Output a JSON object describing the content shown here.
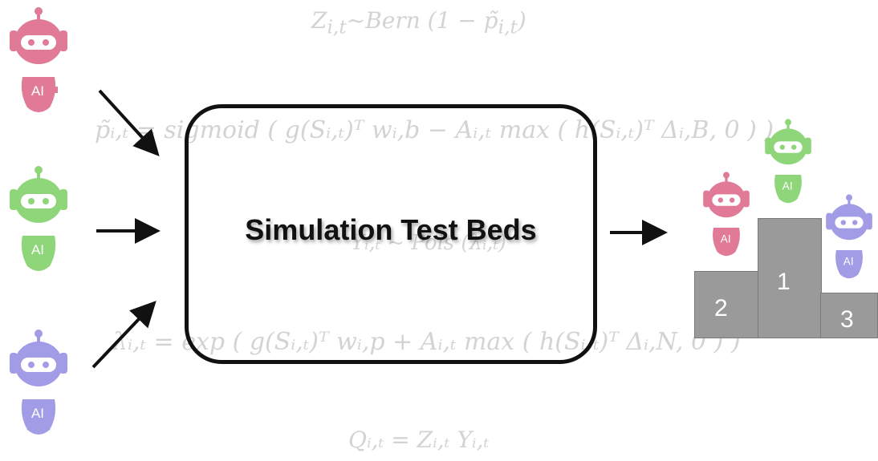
{
  "equations": {
    "z": "Z",
    "z_sub": "i,t",
    "z_rest": "~Bern (1 − p̃",
    "z_sub2": "i,t",
    "z_end": ")",
    "p_line": "p̃ᵢ,ₜ = sigmoid ( g(Sᵢ,ₜ)ᵀ wᵢ,b − Aᵢ,ₜ max ( h(Sᵢ,ₜ)ᵀ Δᵢ,B, 0 ) )",
    "y_line": "Yᵢ,ₜ ~ Pois (λᵢ,ₜ)",
    "l_line": "λᵢ,ₜ = exp ( g(Sᵢ,ₜ)ᵀ wᵢ,p + Aᵢ,ₜ max ( h(Sᵢ,ₜ)ᵀ Δᵢ,N, 0 ) )",
    "q_line": "Qᵢ,ₜ = Zᵢ,ₜ Yᵢ,ₜ"
  },
  "box_label": "Simulation Test Beds",
  "robot_badge": "AI",
  "podium": {
    "first": "1",
    "second": "2",
    "third": "3"
  },
  "colors": {
    "pink": "#e07a97",
    "green": "#8fd67a",
    "purple": "#a29be6",
    "podium": "#9a9a9a"
  }
}
